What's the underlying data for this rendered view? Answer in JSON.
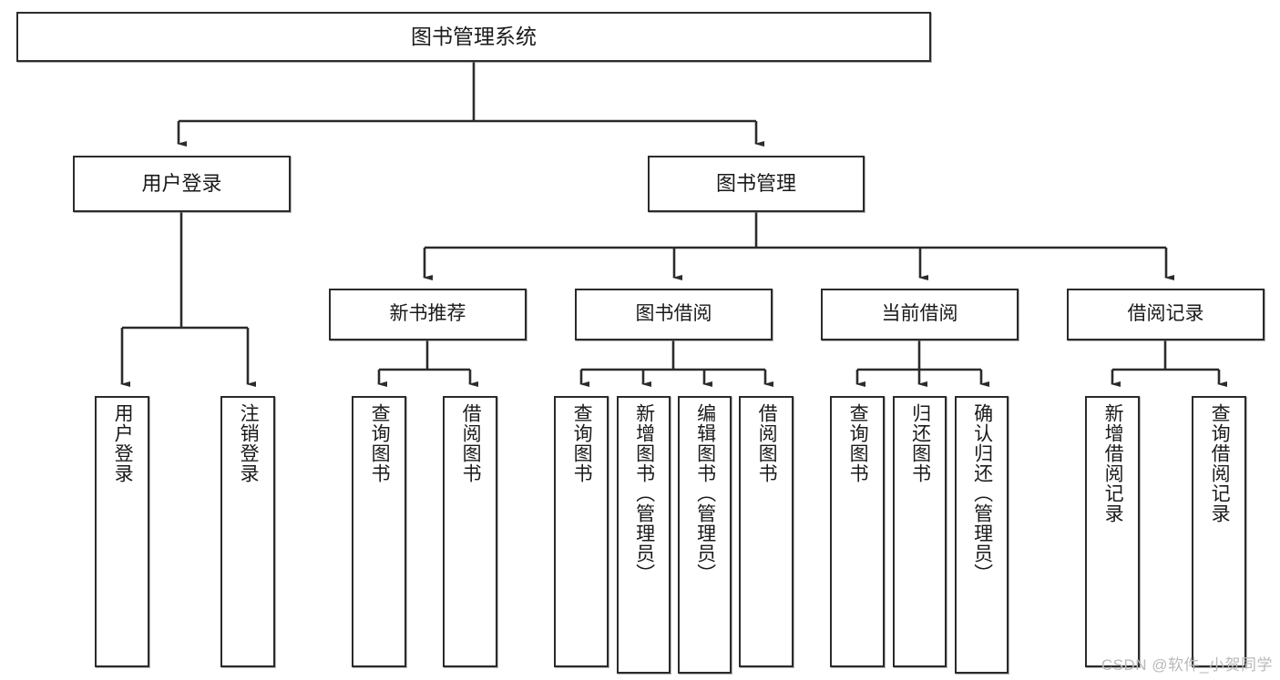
{
  "diagram": {
    "type": "tree-hierarchy",
    "title": "图书管理系统",
    "root": {
      "id": "root",
      "label": "图书管理系统"
    },
    "level2": [
      {
        "id": "user-login",
        "label": "用户登录"
      },
      {
        "id": "book-manage",
        "label": "图书管理"
      }
    ],
    "level3": [
      {
        "id": "new-book-recommend",
        "label": "新书推荐",
        "parent": "book-manage"
      },
      {
        "id": "book-borrow",
        "label": "图书借阅",
        "parent": "book-manage"
      },
      {
        "id": "current-borrow",
        "label": "当前借阅",
        "parent": "book-manage"
      },
      {
        "id": "borrow-record",
        "label": "借阅记录",
        "parent": "book-manage"
      }
    ],
    "leaves": [
      {
        "id": "leaf-user-login",
        "label": "用户登录",
        "parent": "user-login"
      },
      {
        "id": "leaf-logout-login",
        "label": "注销登录",
        "parent": "user-login"
      },
      {
        "id": "leaf-query-book-1",
        "label": "查询图书",
        "parent": "new-book-recommend"
      },
      {
        "id": "leaf-borrow-book-1",
        "label": "借阅图书",
        "parent": "new-book-recommend"
      },
      {
        "id": "leaf-query-book-2",
        "label": "查询图书",
        "parent": "book-borrow"
      },
      {
        "id": "leaf-add-book",
        "label": "新增图书（管理员）",
        "parent": "book-borrow"
      },
      {
        "id": "leaf-edit-book",
        "label": "编辑图书（管理员）",
        "parent": "book-borrow"
      },
      {
        "id": "leaf-borrow-book-2",
        "label": "借阅图书",
        "parent": "book-borrow"
      },
      {
        "id": "leaf-query-book-3",
        "label": "查询图书",
        "parent": "current-borrow"
      },
      {
        "id": "leaf-return-book",
        "label": "归还图书",
        "parent": "current-borrow"
      },
      {
        "id": "leaf-confirm-return",
        "label": "确认归还（管理员）",
        "parent": "current-borrow"
      },
      {
        "id": "leaf-add-record",
        "label": "新增借阅记录",
        "parent": "borrow-record"
      },
      {
        "id": "leaf-query-record",
        "label": "查询借阅记录",
        "parent": "borrow-record"
      }
    ],
    "colors": {
      "stroke": "#2b2b2b",
      "fill": "#ffffff",
      "text": "#1a1a1a",
      "watermark": "#b9b9b9"
    }
  },
  "watermark": {
    "text": "CSDN @软件_小贺同学"
  }
}
